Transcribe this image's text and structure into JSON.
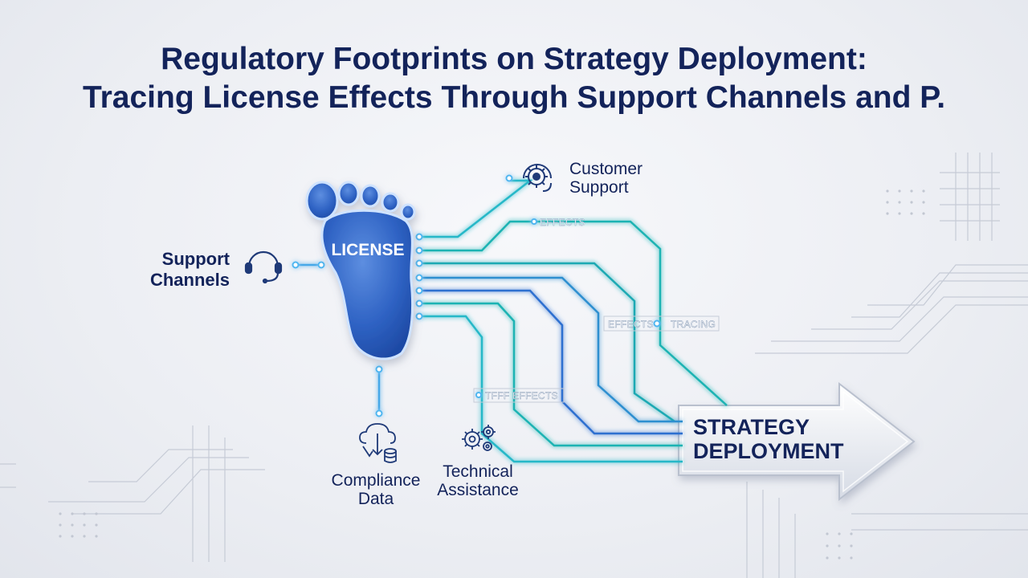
{
  "title": {
    "line1": "Regulatory Footprints on Strategy Deployment:",
    "line2": "Tracing License Effects Through Support Channels and P."
  },
  "footprint": {
    "label": "LICENSE"
  },
  "nodes": {
    "customer_support": {
      "line1": "Customer",
      "line2": "Support"
    },
    "support_channels": {
      "line1": "Support",
      "line2": "Channels"
    },
    "compliance_data": {
      "line1": "Compliance",
      "line2": "Data"
    },
    "technical_assistance": {
      "line1": "Technical",
      "line2": "Assistance"
    }
  },
  "path_tags": {
    "top": "EFFECTS",
    "middle_left": "EFFECTS",
    "middle_right": "TRACING",
    "bottom": "TFFF EFFECTS"
  },
  "arrow": {
    "line1": "STRATEGY",
    "line2": "DEPLOYMENT"
  },
  "colors": {
    "title": "#13235a",
    "footprint": "#2f63c4",
    "teal_path": "#1bb3b3",
    "blue_path": "#2f6fd0",
    "arrow": "#e3e7ef"
  },
  "icons": [
    "headset-icon",
    "gear-headset-icon",
    "cloud-database-icon",
    "gears-icon"
  ]
}
